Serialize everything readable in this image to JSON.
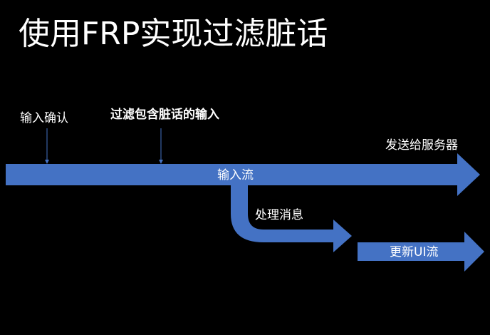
{
  "title": "使用FRP实现过滤脏话",
  "colors": {
    "background": "#000000",
    "arrow_fill": "#4472C4",
    "text": "#FFFFFF"
  },
  "labels": {
    "input_confirm": "输入确认",
    "filter_dirty_input": "过滤包含脏话的输入",
    "send_to_server": "发送给服务器",
    "input_stream": "输入流",
    "process_message": "处理消息",
    "update_ui_stream": "更新UI流"
  }
}
